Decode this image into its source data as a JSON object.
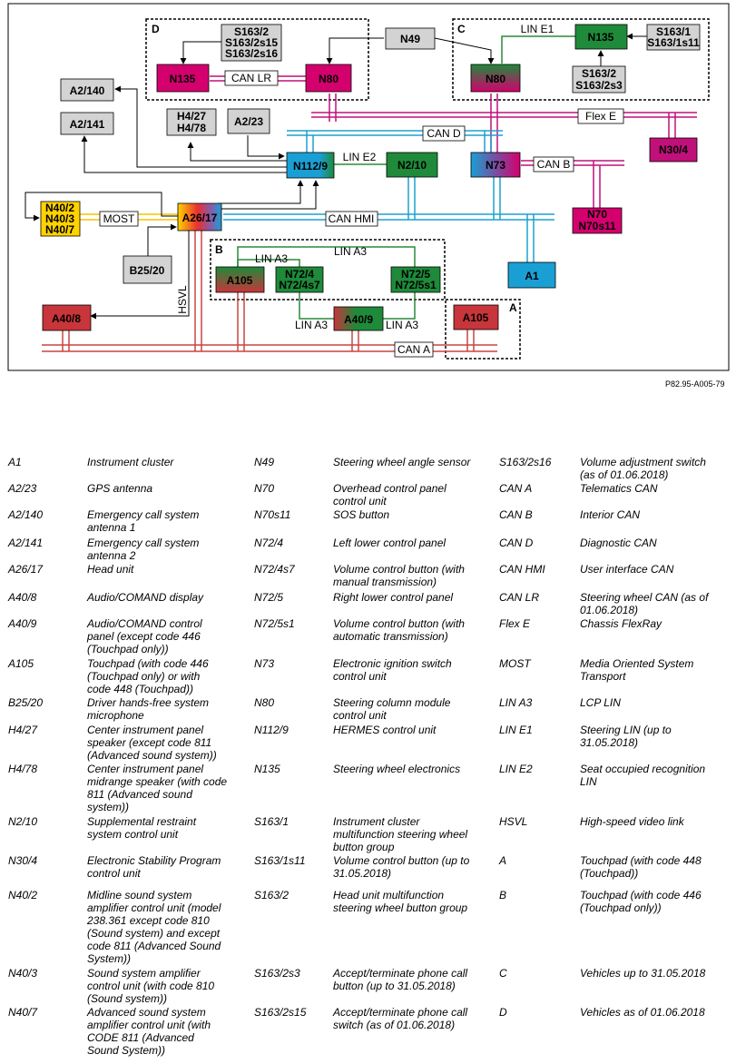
{
  "colors": {
    "can_a": "#c8453f",
    "can_hmi": "#1ba0d0",
    "flex_e": "#c0107a",
    "can_lr": "#c0107a",
    "lin": "#2a8a3a",
    "most": "#f5c400",
    "box_gray": "#d3d3d3",
    "box_red": "#c8353a",
    "box_green": "#1e8a3a",
    "box_magenta": "#d4006e",
    "box_blue": "#1a9fd4",
    "box_yellow": "#ffd200"
  },
  "diagram": {
    "reference": "P82.95-A005-79",
    "groups": {
      "A": "A",
      "B": "B",
      "C": "C",
      "D": "D"
    },
    "boxes": {
      "s163_2_d": [
        "S163/2",
        "S163/2s15",
        "S163/2s16"
      ],
      "n135_d": "N135",
      "n80_d": "N80",
      "n49": "N49",
      "n80_c": "N80",
      "n135_c": "N135",
      "s163_1_c": [
        "S163/1",
        "S163/1s11"
      ],
      "s163_2_c": [
        "S163/2",
        "S163/2s3"
      ],
      "a2_140": "A2/140",
      "a2_141": "A2/141",
      "h4": [
        "H4/27",
        "H4/78"
      ],
      "a2_23": "A2/23",
      "n112_9": "N112/9",
      "n2_10": "N2/10",
      "n73": "N73",
      "n30_4": "N30/4",
      "n70": [
        "N70",
        "N70s11"
      ],
      "n40": [
        "N40/2",
        "N40/3",
        "N40/7"
      ],
      "a26_17": "A26/17",
      "b25_20": "B25/20",
      "a105_b": "A105",
      "n72_4": [
        "N72/4",
        "N72/4s7"
      ],
      "n72_5": [
        "N72/5",
        "N72/5s1"
      ],
      "a1": "A1",
      "a40_8": "A40/8",
      "a40_9": "A40/9",
      "a105_a": "A105"
    },
    "bus_labels": {
      "can_lr": "CAN LR",
      "lin_e1": "LIN E1",
      "flex_e": "Flex E",
      "can_d": "CAN D",
      "lin_e2": "LIN E2",
      "can_b": "CAN B",
      "most": "MOST",
      "can_hmi": "CAN HMI",
      "lin_a3_1": "LIN A3",
      "lin_a3_2": "LIN A3",
      "lin_a3_3": "LIN A3",
      "lin_a3_4": "LIN A3",
      "hsvl": "HSVL",
      "can_a": "CAN A"
    }
  },
  "legend": [
    [
      {
        "code": "A1",
        "desc": [
          "Instrument cluster"
        ]
      },
      {
        "code": "A2/23",
        "desc": [
          "GPS antenna"
        ]
      },
      {
        "code": "A2/140",
        "desc": [
          "Emergency call system",
          "antenna 1"
        ]
      },
      {
        "code": "A2/141",
        "desc": [
          "Emergency call system",
          "antenna 2"
        ]
      },
      {
        "code": "A26/17",
        "desc": [
          "Head unit"
        ]
      },
      {
        "code": "A40/8",
        "desc": [
          "Audio/COMAND display"
        ]
      },
      {
        "code": "A40/9",
        "desc": [
          "Audio/COMAND control",
          "panel (except code 446",
          "(Touchpad only))"
        ]
      },
      {
        "code": "A105",
        "desc": [
          "Touchpad (with code 446",
          "(Touchpad only) or with",
          "code 448 (Touchpad))"
        ]
      },
      {
        "code": "B25/20",
        "desc": [
          "Driver hands-free system",
          "microphone"
        ]
      },
      {
        "code": "H4/27",
        "desc": [
          "Center instrument panel",
          "speaker (except code 811",
          "(Advanced sound system))"
        ]
      },
      {
        "code": "H4/78",
        "desc": [
          "Center instrument panel",
          "midrange speaker (with code",
          "811 (Advanced sound",
          "system))"
        ]
      },
      {
        "code": "N2/10",
        "desc": [
          "Supplemental restraint",
          "system control unit"
        ]
      },
      {
        "code": "N30/4",
        "desc": [
          "Electronic Stability Program",
          "control unit"
        ]
      },
      {
        "code": "N40/2",
        "desc": [
          "Midline sound system",
          "amplifier control unit (model",
          "238.361 except code 810",
          "(Sound system) and except",
          "code 811 (Advanced Sound",
          "System))"
        ]
      },
      {
        "code": "N40/3",
        "desc": [
          "Sound system amplifier",
          "control unit (with code 810",
          "(Sound system))"
        ]
      },
      {
        "code": "N40/7",
        "desc": [
          "Advanced sound system",
          "amplifier control unit (with",
          "CODE 811 (Advanced",
          "Sound System))"
        ]
      }
    ],
    [
      {
        "code": "N49",
        "desc": [
          "Steering wheel angle sensor"
        ]
      },
      {
        "code": "N70",
        "desc": [
          "Overhead control panel",
          "control unit"
        ]
      },
      {
        "code": "N70s11",
        "desc": [
          "SOS button"
        ]
      },
      {
        "code": "N72/4",
        "desc": [
          "Left lower control panel"
        ]
      },
      {
        "code": "N72/4s7",
        "desc": [
          "Volume control button (with",
          "manual transmission)"
        ]
      },
      {
        "code": "N72/5",
        "desc": [
          "Right lower control panel"
        ]
      },
      {
        "code": "N72/5s1",
        "desc": [
          "Volume control button (with",
          "automatic transmission)"
        ]
      },
      {
        "code": "N73",
        "desc": [
          "Electronic ignition switch",
          "control unit"
        ]
      },
      {
        "code": "N80",
        "desc": [
          "Steering column module",
          "control unit"
        ]
      },
      {
        "code": "N112/9",
        "desc": [
          "HERMES control unit"
        ]
      },
      {
        "code": "N135",
        "desc": [
          "Steering wheel electronics"
        ]
      },
      {
        "code": "S163/1",
        "desc": [
          "Instrument cluster",
          "multifunction steering wheel",
          "button group"
        ]
      },
      {
        "code": "S163/1s11",
        "desc": [
          "Volume control button (up to",
          "31.05.2018)"
        ]
      },
      {
        "code": "S163/2",
        "desc": [
          "Head unit multifunction",
          "steering wheel button group"
        ]
      },
      {
        "code": "S163/2s3",
        "desc": [
          "Accept/terminate phone call",
          "button (up to 31.05.2018)"
        ]
      },
      {
        "code": "S163/2s15",
        "desc": [
          "Accept/terminate phone call",
          "switch (as of 01.06.2018)"
        ]
      }
    ],
    [
      {
        "code": "S163/2s16",
        "desc": [
          "Volume adjustment switch",
          "(as of 01.06.2018)"
        ]
      },
      {
        "code": "CAN A",
        "desc": [
          "Telematics CAN"
        ]
      },
      {
        "code": "CAN B",
        "desc": [
          "Interior CAN"
        ]
      },
      {
        "code": "CAN D",
        "desc": [
          "Diagnostic CAN"
        ]
      },
      {
        "code": "CAN HMI",
        "desc": [
          "User interface CAN"
        ]
      },
      {
        "code": "CAN LR",
        "desc": [
          "Steering wheel CAN (as of",
          "01.06.2018)"
        ]
      },
      {
        "code": "Flex E",
        "desc": [
          "Chassis FlexRay"
        ]
      },
      {
        "code": "MOST",
        "desc": [
          "Media Oriented System",
          "Transport"
        ]
      },
      {
        "code": "LIN A3",
        "desc": [
          "LCP LIN"
        ]
      },
      {
        "code": "LIN E1",
        "desc": [
          "Steering LIN (up to",
          "31.05.2018)"
        ]
      },
      {
        "code": "LIN E2",
        "desc": [
          "Seat occupied recognition",
          "LIN"
        ]
      },
      {
        "code": "HSVL",
        "desc": [
          "High-speed video link"
        ]
      },
      {
        "code": "A",
        "desc": [
          "Touchpad (with code 448",
          "(Touchpad))"
        ]
      },
      {
        "code": "B",
        "desc": [
          "Touchpad (with code 446",
          "(Touchpad only))"
        ]
      },
      {
        "code": "C",
        "desc": [
          "Vehicles up to 31.05.2018"
        ]
      },
      {
        "code": "D",
        "desc": [
          "Vehicles as of 01.06.2018"
        ]
      }
    ]
  ]
}
